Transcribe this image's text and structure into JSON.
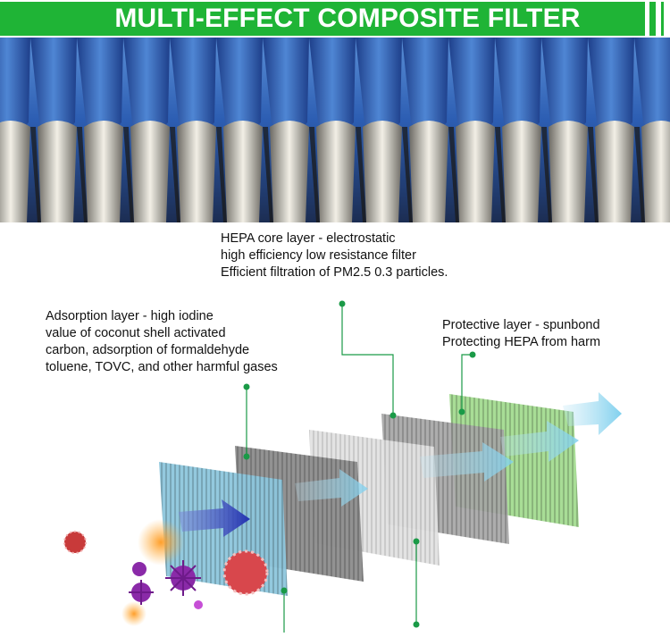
{
  "header": {
    "title": "MULTI-EFFECT COMPOSITE FILTER",
    "color": "#1fb436"
  },
  "photo": {
    "subject": "pleated-filter-closeup",
    "colors": {
      "top": "#2f62b8",
      "core": "#e8e4dc"
    }
  },
  "labels": {
    "hepa": {
      "line1": "HEPA core layer - electrostatic",
      "line2": "high efficiency low resistance filter",
      "line3": "Efficient filtration of PM2.5 0.3 particles."
    },
    "adsorption": {
      "line1": "Adsorption layer - high iodine",
      "line2": "value of coconut shell activated",
      "line3": "carbon, adsorption of formaldehyde",
      "line4": "toluene, TOVC, and other harmful gases"
    },
    "protective": {
      "line1": "Protective layer - spunbond",
      "line2": "Protecting HEPA from harm"
    }
  },
  "layers": [
    {
      "name": "pre-filter-layer",
      "color": "#8fc3d8"
    },
    {
      "name": "carbon-layer",
      "color": "#8a8a8a"
    },
    {
      "name": "white-layer",
      "color": "#d9d9d9"
    },
    {
      "name": "hepa-layer",
      "color": "#9a9a9a"
    },
    {
      "name": "spunbond-layer",
      "color": "#8fd07a"
    }
  ],
  "accent": "#1a9a47"
}
